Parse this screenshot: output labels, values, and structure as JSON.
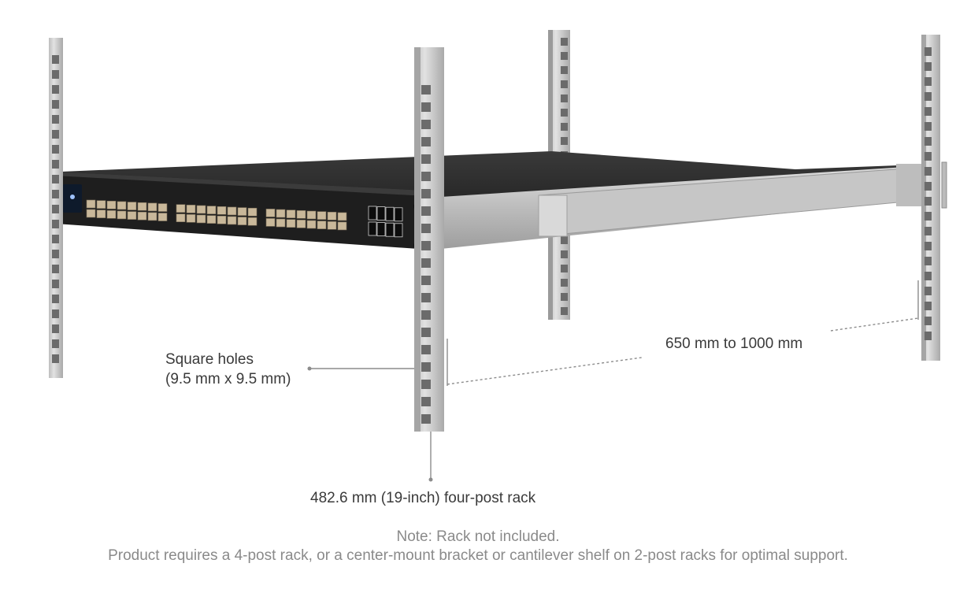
{
  "labels": {
    "square_holes_line1": "Square holes",
    "square_holes_line2": "(9.5 mm x 9.5 mm)",
    "depth_range": "650 mm to 1000 mm",
    "rack_width": "482.6 mm (19-inch) four-post rack"
  },
  "notes": {
    "line1": "Note: Rack not included.",
    "line2": "Product requires a 4-post rack, or a center-mount bracket or cantilever shelf on 2-post racks for optimal support."
  },
  "device": {
    "rj45_port_count": 48,
    "sfp_cage_count": 8
  },
  "colors": {
    "rail_light": "#d4d4d4",
    "rail_shade": "#b4b4b4",
    "rail_hole": "#6b6b6b",
    "switch_top": "#2b2b2b",
    "switch_front": "#1f1f1f",
    "port_metal": "#c9b89a",
    "slide_rail": "#c2c2c2",
    "callout_line": "#8c8c8c"
  }
}
